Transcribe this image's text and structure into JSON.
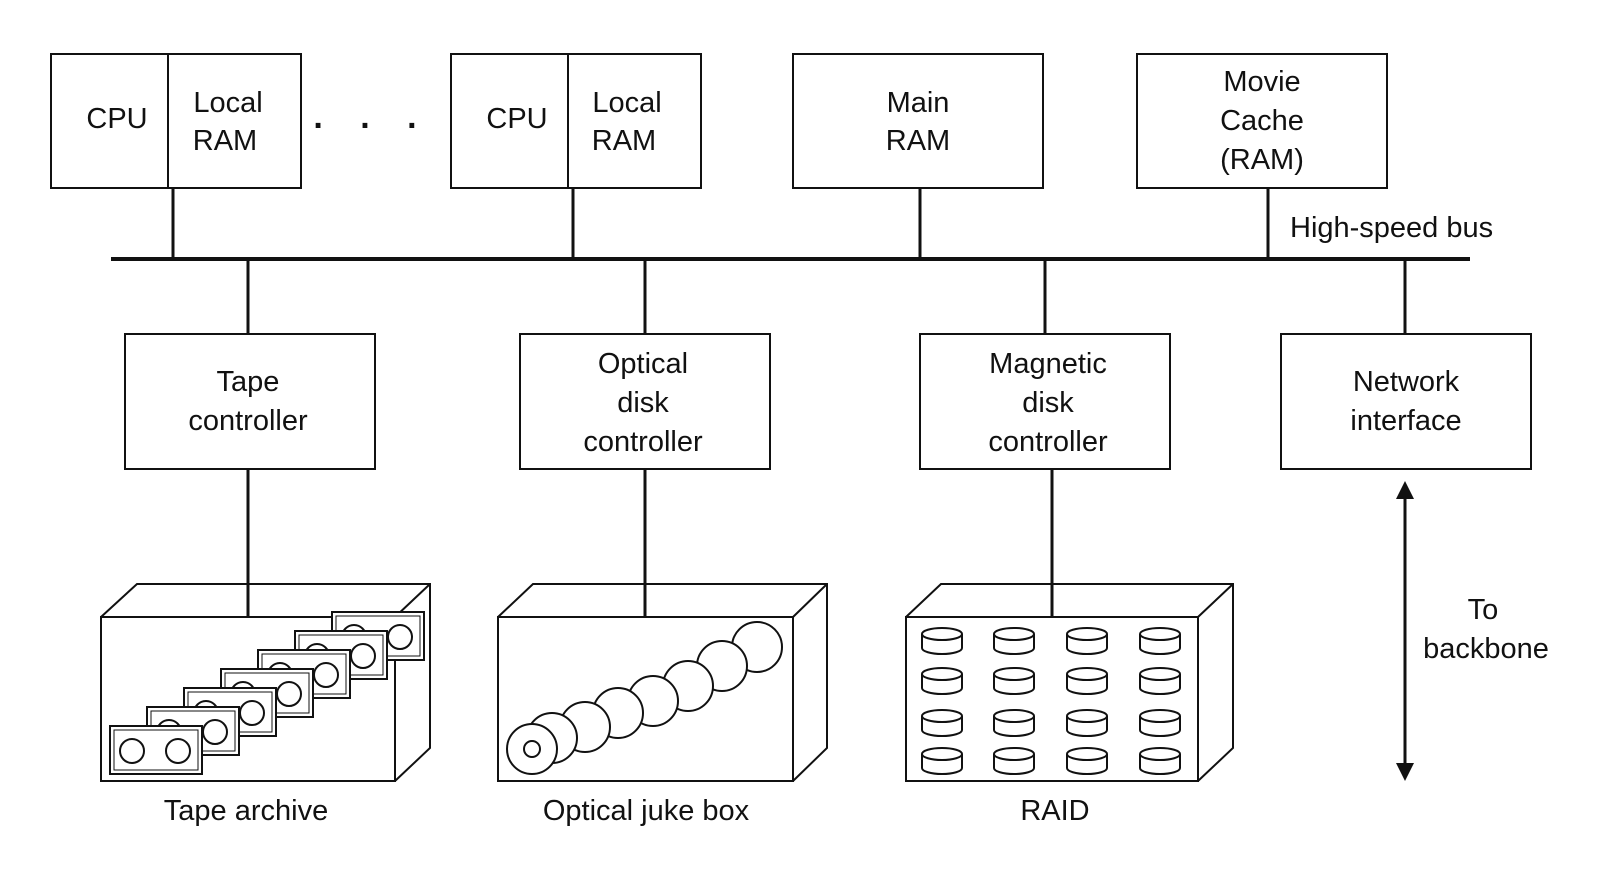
{
  "top_row": {
    "cpu_node_1": {
      "cpu_label": "CPU",
      "ram_label": [
        "Local",
        "RAM"
      ]
    },
    "ellipsis": ". . .",
    "cpu_node_2": {
      "cpu_label": "CPU",
      "ram_label": [
        "Local",
        "RAM"
      ]
    },
    "main_ram": [
      "Main",
      "RAM"
    ],
    "movie_cache": [
      "Movie",
      "Cache",
      "(RAM)"
    ]
  },
  "bus_label": "High-speed bus",
  "controllers": {
    "tape": [
      "Tape",
      "controller"
    ],
    "optical": [
      "Optical",
      "disk",
      "controller"
    ],
    "magnetic": [
      "Magnetic",
      "disk",
      "controller"
    ],
    "network": [
      "Network",
      "interface"
    ]
  },
  "devices": {
    "tape_archive": "Tape archive",
    "optical_juke_box": "Optical juke box",
    "raid": "RAID"
  },
  "backbone_label": [
    "To",
    "backbone"
  ]
}
